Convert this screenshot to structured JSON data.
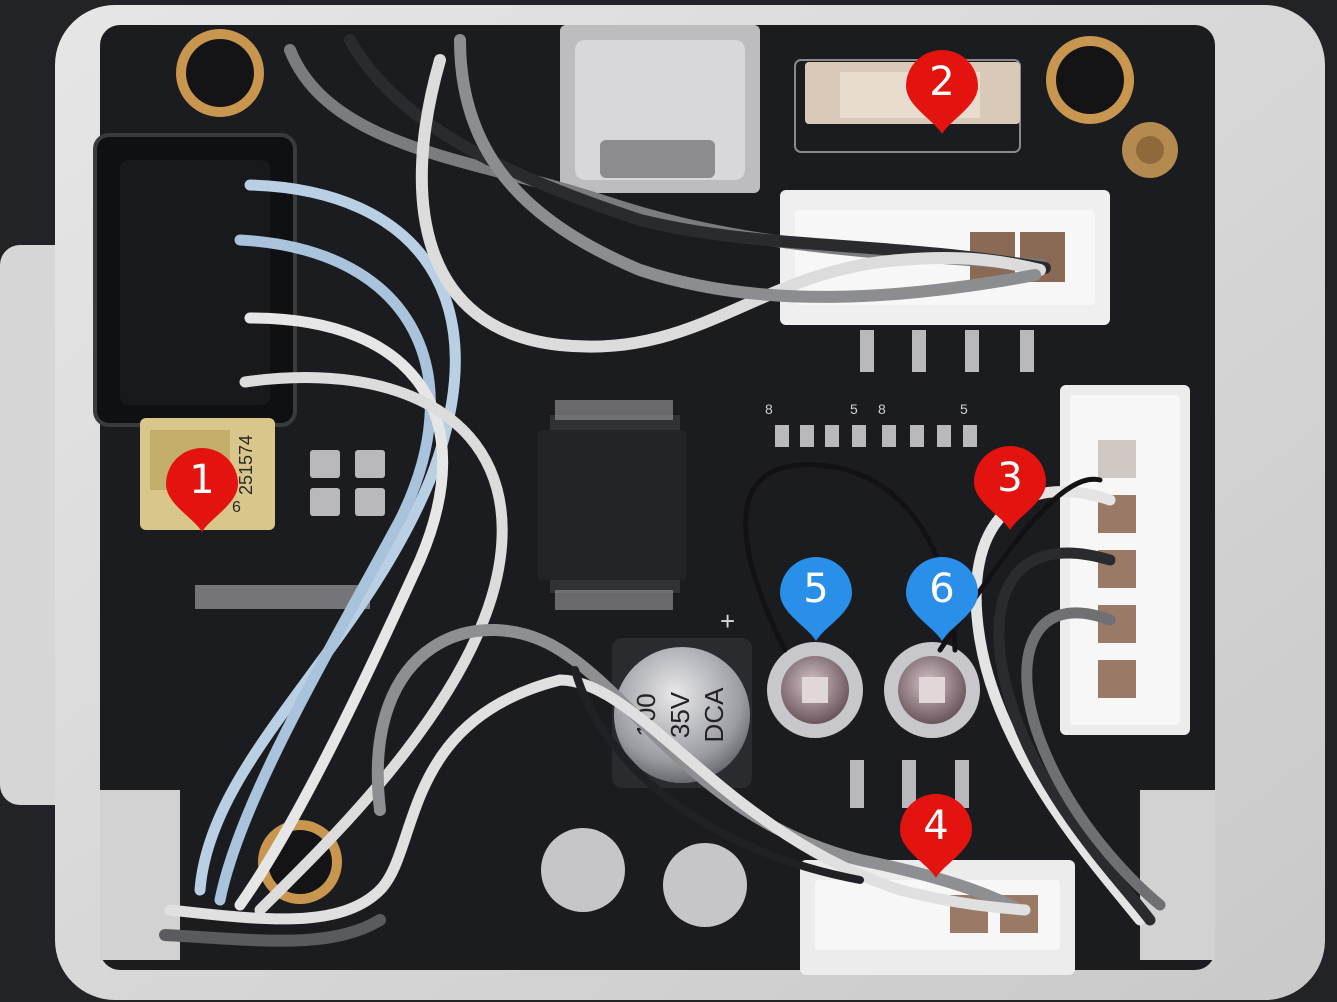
{
  "colors": {
    "marker_red": "#e3140f",
    "marker_blue": "#2a8fe8",
    "board": "#1b1c1f",
    "housing": "#d9d9d9"
  },
  "markers": [
    {
      "label": "1",
      "color": "marker-red"
    },
    {
      "label": "2",
      "color": "marker-red"
    },
    {
      "label": "3",
      "color": "marker-red"
    },
    {
      "label": "4",
      "color": "marker-red"
    },
    {
      "label": "5",
      "color": "marker-blue"
    },
    {
      "label": "6",
      "color": "marker-blue"
    }
  ],
  "board_text": {
    "cap_value": "100",
    "cap_voltage": "35V",
    "cap_series": "DCA",
    "plus_sign": "+",
    "sticker_code": "251574",
    "sticker_suffix": "6",
    "silk_8a": "8",
    "silk_5a": "5",
    "silk_8b": "8",
    "silk_5b": "5"
  }
}
